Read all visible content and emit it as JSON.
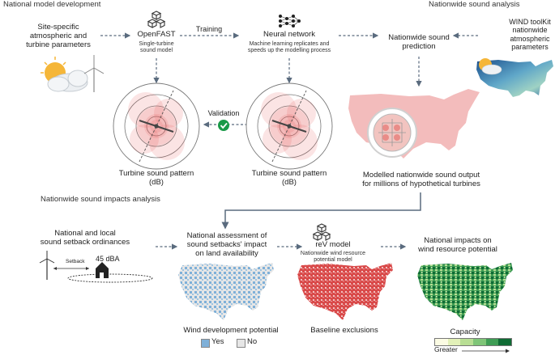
{
  "sections": {
    "national_model": "National model development",
    "nationwide_sound": "Nationwide sound analysis",
    "impacts": "Nationwide sound impacts analysis"
  },
  "nodes": {
    "site_params": [
      "Site-specific",
      "atmospheric and",
      "turbine parameters"
    ],
    "openfast_title": "OpenFAST",
    "openfast_sub": [
      "Single-turbine",
      "sound model"
    ],
    "training": "Training",
    "nn_title": "Neural network",
    "nn_sub": [
      "Machine learning replicates and",
      "speeds up the modelling process"
    ],
    "prediction": [
      "Nationwide sound",
      "prediction"
    ],
    "wind_toolkit": [
      "WIND toolKit",
      "nationwide",
      "atmospheric",
      "parameters"
    ],
    "validation": "Validation",
    "pattern_left": [
      "Turbine sound pattern",
      "(dB)"
    ],
    "pattern_right": [
      "Turbine sound pattern",
      "(dB)"
    ],
    "modelled_output": [
      "Modelled nationwide sound output",
      "for millions of hypothetical turbines"
    ],
    "ordinances": [
      "National and local",
      "sound setback ordinances"
    ],
    "setback_label": "Setback",
    "dba_label": "45 dBA",
    "assessment": [
      "National assessment of",
      "sound setbacks' impact",
      "on land availability"
    ],
    "rev_title": "reV model",
    "rev_sub": [
      "Nationwide wind resource",
      "potential model"
    ],
    "impacts_title": [
      "National impacts on",
      "wind resource potential"
    ],
    "wind_dev": "Wind development potential",
    "legend_yes": "Yes",
    "legend_no": "No",
    "baseline": "Baseline exclusions",
    "capacity": "Capacity",
    "greater": "Greater"
  },
  "colors": {
    "yes": "#7fb0d8",
    "no": "#e6e6e6",
    "baseline": "#d94a4a",
    "capacity_scale": [
      "#fbfbe3",
      "#e2f0b8",
      "#b8de94",
      "#7fc578",
      "#3f9d55",
      "#0f6b34"
    ],
    "check": "#1a9a48",
    "pink": "#f3bcbc",
    "arrow": "#5a6b7e"
  },
  "icons": [
    "cube-icon",
    "neural-network-icon",
    "sun-cloud-icon",
    "turbine-icon",
    "house-icon",
    "check-icon"
  ]
}
